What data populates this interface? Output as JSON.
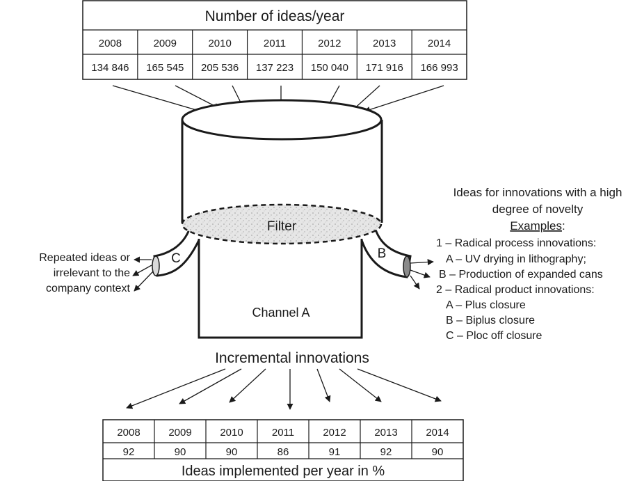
{
  "top_table": {
    "title": "Number of ideas/year",
    "years": [
      "2008",
      "2009",
      "2010",
      "2011",
      "2012",
      "2013",
      "2014"
    ],
    "values": [
      "134 846",
      "165 545",
      "205 536",
      "137 223",
      "150 040",
      "171 916",
      "166 993"
    ]
  },
  "filter": {
    "label": "Filter",
    "channel_a": "Channel A",
    "left_outlet": "C",
    "right_outlet": "B"
  },
  "left_note": {
    "lines": [
      "Repeated ideas or",
      "irrelevant to the",
      "company context"
    ]
  },
  "right_note": {
    "heading_lines": [
      "Ideas for innovations with a high",
      "degree of novelty"
    ],
    "examples_label": "Examples",
    "examples_colon": ":",
    "items": [
      "1 – Radical process innovations:",
      "A – UV drying in lithography;",
      "B – Production of expanded cans",
      "2 – Radical product innovations:",
      "A – Plus closure",
      "B – Biplus closure",
      "C – Ploc off closure"
    ]
  },
  "incremental_label": "Incremental innovations",
  "bottom_table": {
    "years": [
      "2008",
      "2009",
      "2010",
      "2011",
      "2012",
      "2013",
      "2014"
    ],
    "values": [
      "92",
      "90",
      "90",
      "86",
      "91",
      "92",
      "90"
    ],
    "footer": "Ideas implemented per year in %"
  }
}
